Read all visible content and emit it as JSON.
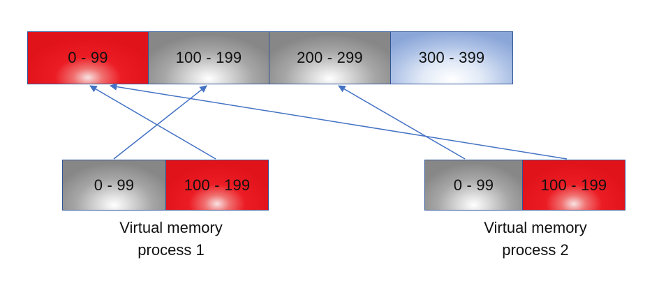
{
  "physical_memory": {
    "blocks": [
      {
        "label": "0 - 99",
        "color": "#e8141c"
      },
      {
        "label": "100 - 199",
        "color": "#a6a6a6"
      },
      {
        "label": "200 - 299",
        "color": "#a6a6a6"
      },
      {
        "label": "300 - 399",
        "color": "#aec2e6"
      }
    ]
  },
  "process1": {
    "blocks": [
      {
        "label": "0 - 99",
        "color": "#a6a6a6"
      },
      {
        "label": "100 - 199",
        "color": "#e8141c"
      }
    ],
    "caption_line1": "Virtual memory",
    "caption_line2": "process 1"
  },
  "process2": {
    "blocks": [
      {
        "label": "0 - 99",
        "color": "#a6a6a6"
      },
      {
        "label": "100 - 199",
        "color": "#e8141c"
      }
    ],
    "caption_line1": "Virtual memory",
    "caption_line2": "process 2"
  },
  "arrow_color": "#4472c4",
  "border_color": "#2f5597"
}
